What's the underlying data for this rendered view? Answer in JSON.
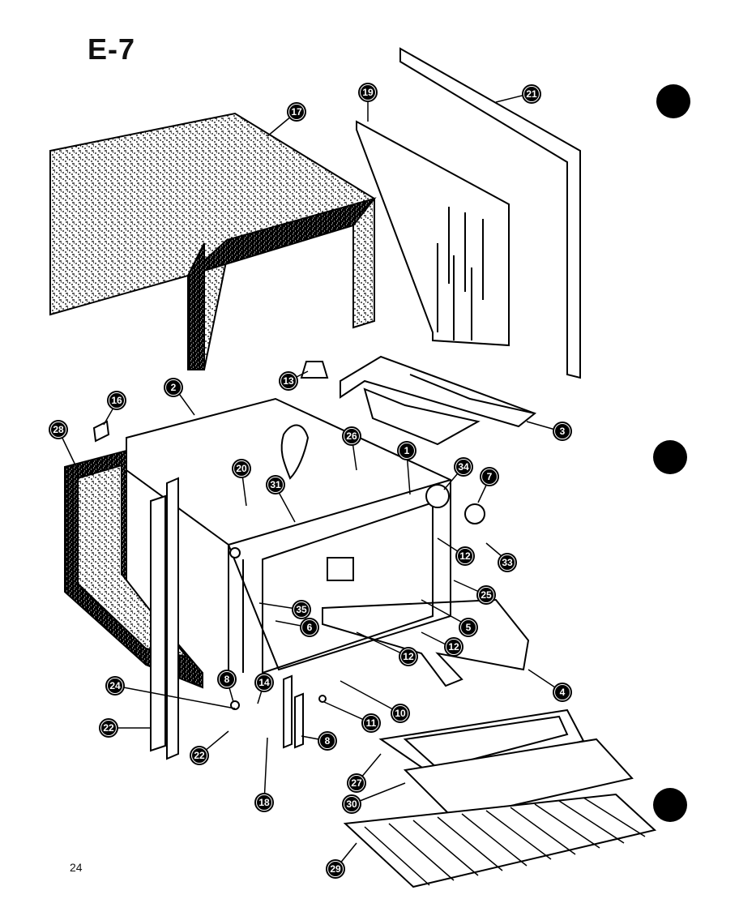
{
  "page": {
    "title": "E-7",
    "page_number": "24"
  },
  "colors": {
    "ink": "#000000",
    "paper": "#ffffff"
  },
  "callouts": [
    {
      "id": "17",
      "label": "17"
    },
    {
      "id": "19",
      "label": "19"
    },
    {
      "id": "21",
      "label": "21"
    },
    {
      "id": "13",
      "label": "13"
    },
    {
      "id": "2",
      "label": "2"
    },
    {
      "id": "3",
      "label": "3"
    },
    {
      "id": "16",
      "label": "16"
    },
    {
      "id": "20",
      "label": "20"
    },
    {
      "id": "26a",
      "label": "26"
    },
    {
      "id": "1",
      "label": "1"
    },
    {
      "id": "34",
      "label": "34"
    },
    {
      "id": "7",
      "label": "7"
    },
    {
      "id": "28a",
      "label": "28"
    },
    {
      "id": "31",
      "label": "31"
    },
    {
      "id": "12a",
      "label": "12"
    },
    {
      "id": "33",
      "label": "33"
    },
    {
      "id": "25",
      "label": "25"
    },
    {
      "id": "35",
      "label": "35"
    },
    {
      "id": "6",
      "label": "6"
    },
    {
      "id": "5",
      "label": "5"
    },
    {
      "id": "12b",
      "label": "12"
    },
    {
      "id": "12c",
      "label": "12"
    },
    {
      "id": "8a",
      "label": "8"
    },
    {
      "id": "14",
      "label": "14"
    },
    {
      "id": "4",
      "label": "4"
    },
    {
      "id": "24",
      "label": "24"
    },
    {
      "id": "11",
      "label": "11"
    },
    {
      "id": "10",
      "label": "10"
    },
    {
      "id": "22a",
      "label": "22"
    },
    {
      "id": "22b",
      "label": "22"
    },
    {
      "id": "8b",
      "label": "8"
    },
    {
      "id": "27",
      "label": "27"
    },
    {
      "id": "18",
      "label": "18"
    },
    {
      "id": "30",
      "label": "30"
    },
    {
      "id": "29",
      "label": "29"
    }
  ]
}
